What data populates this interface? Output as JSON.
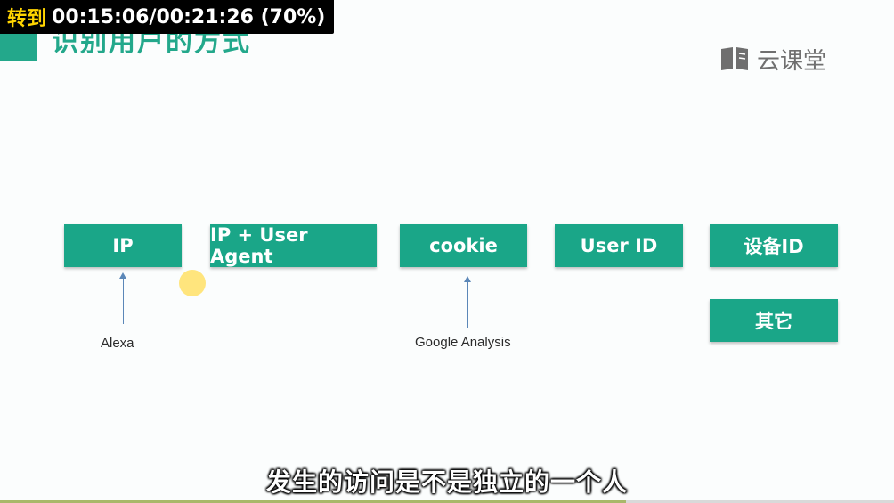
{
  "player": {
    "jump_label": "转到",
    "jump_time": "00:15:06/00:21:26 (70%)",
    "progress_fraction": 0.7,
    "progress_color": "#a8b86a",
    "subtitle": "发生的访问是不是独立的一个人"
  },
  "slide": {
    "title": "识别用户的方式",
    "logo_text": "云课堂",
    "accent_color": "#1aa688",
    "boxes": [
      {
        "label": "IP"
      },
      {
        "label": "IP + User Agent"
      },
      {
        "label": "cookie"
      },
      {
        "label": "User ID"
      },
      {
        "label": "设备ID"
      },
      {
        "label": "其它"
      }
    ],
    "captions": [
      {
        "text": "Alexa"
      },
      {
        "text": "Google Analysis"
      }
    ]
  }
}
